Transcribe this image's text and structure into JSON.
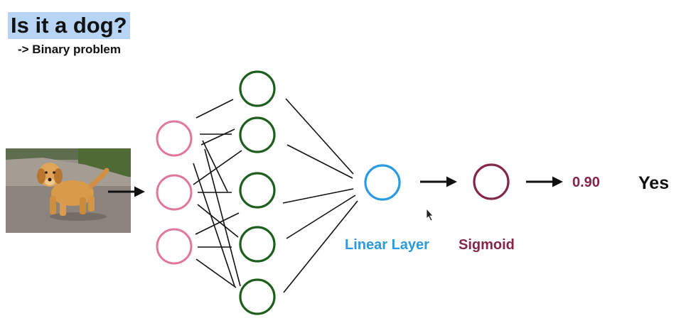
{
  "header": {
    "title": "Is it a dog?",
    "subtitle": "-> Binary problem"
  },
  "diagram": {
    "linear_label": "Linear Layer",
    "sigmoid_label": "Sigmoid",
    "output_value": "0.90",
    "output_answer": "Yes"
  },
  "colors": {
    "title_highlight": "#b7d4f4",
    "input_node": "#e0779d",
    "hidden_node": "#1d5e1d",
    "linear_node": "#2a9be0",
    "sigmoid_node": "#84264a",
    "connection": "#111111"
  },
  "icons": {
    "photo": "puppy-photo",
    "cursor": "mouse-pointer-icon"
  }
}
